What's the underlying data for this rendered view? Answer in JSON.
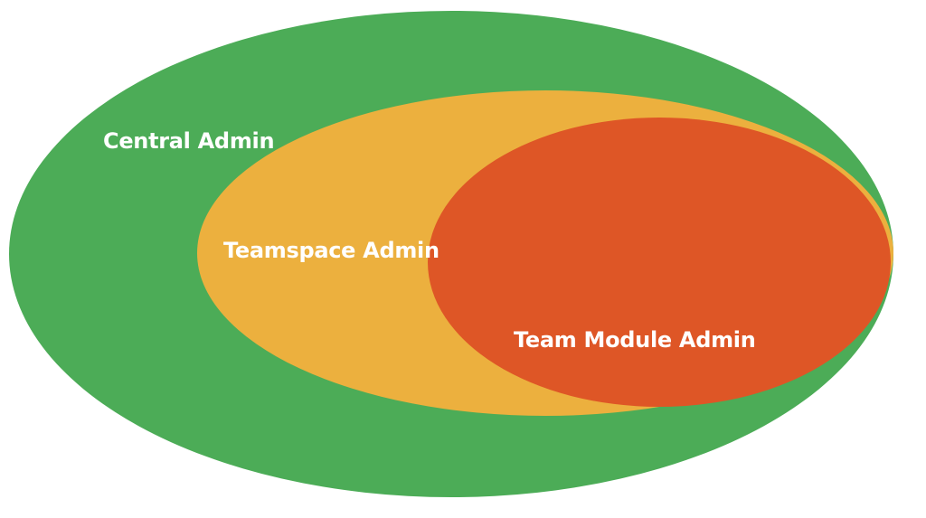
{
  "diagram": {
    "type": "nested-ellipse-venn",
    "background": "#FFFFFF",
    "rings": [
      {
        "level": 1,
        "label": "Central Admin",
        "color": "#4CAC57"
      },
      {
        "level": 2,
        "label": "Teamspace Admin",
        "color": "#ECB03E"
      },
      {
        "level": 3,
        "label": "Team Module Admin",
        "color": "#DE5626"
      }
    ],
    "labels": {
      "outer": "Central Admin",
      "middle": "Teamspace Admin",
      "inner": "Team Module Admin"
    },
    "colors": {
      "outer": "#4CAC57",
      "middle": "#ECB03E",
      "inner": "#DE5626",
      "label_text": "#FFFFFF",
      "background": "#FFFFFF"
    }
  }
}
